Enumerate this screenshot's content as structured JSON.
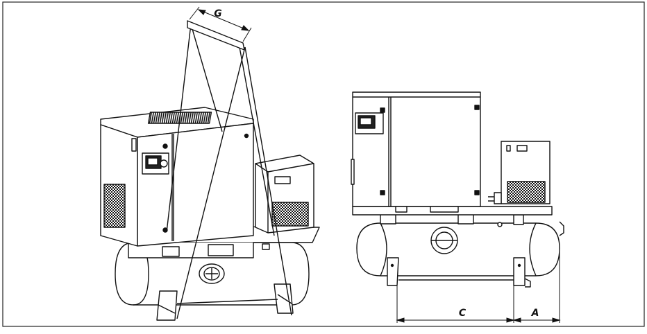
{
  "diagram": {
    "dimension_labels": {
      "lifting_width": "G",
      "tank_foot_spacing": "C",
      "tank_end_offset": "A"
    }
  }
}
